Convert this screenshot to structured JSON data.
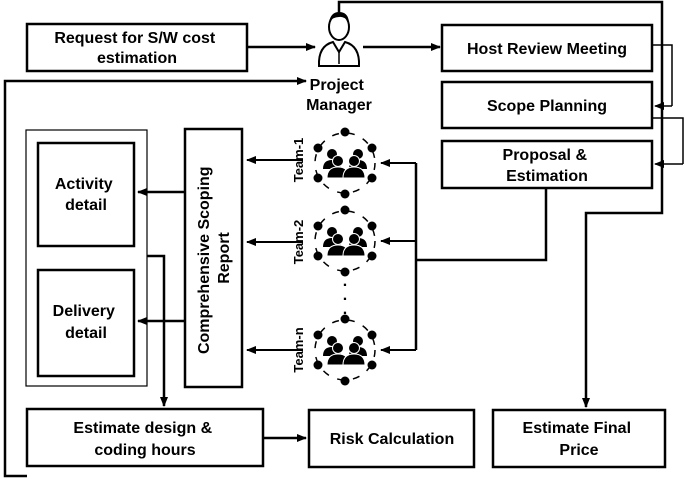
{
  "nodes": {
    "request": [
      "Request for S/W cost",
      "estimation"
    ],
    "project_manager": [
      "Project",
      "Manager"
    ],
    "host_review": "Host Review Meeting",
    "scope_planning": "Scope Planning",
    "proposal": [
      "Proposal &",
      "Estimation"
    ],
    "report": [
      "Comprehensive Scoping",
      "Report"
    ],
    "activity": [
      "Activity",
      "detail"
    ],
    "delivery": [
      "Delivery",
      "detail"
    ],
    "estimate_hours": [
      "Estimate design &",
      "coding hours"
    ],
    "risk": "Risk Calculation",
    "final_price": [
      "Estimate Final",
      "Price"
    ]
  },
  "teams": [
    "Team-1",
    "Team-2",
    "Team-n"
  ],
  "ellipsis": "."
}
